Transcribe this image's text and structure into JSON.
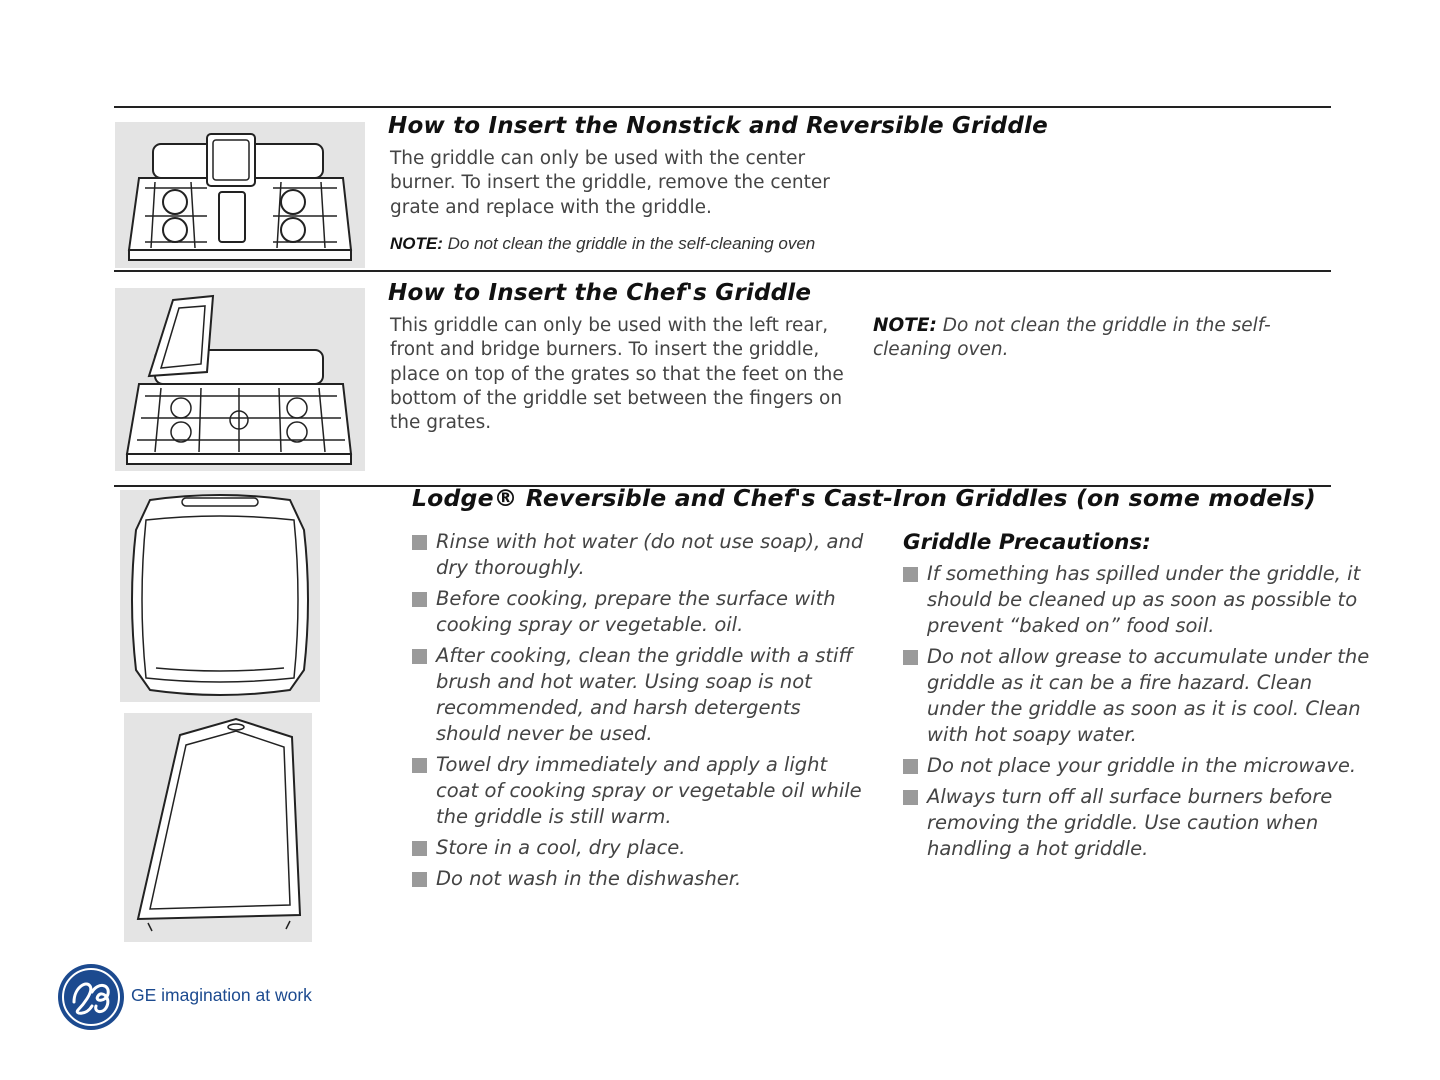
{
  "section1": {
    "title": "How to Insert the Nonstick and Reversible Griddle",
    "body": "The griddle can only be used with the center burner. To insert the griddle, remove the center grate and replace with the griddle.",
    "note_label": "NOTE:",
    "note_text": "Do not clean the griddle in the self-cleaning oven"
  },
  "section2": {
    "title": "How to Insert the Chef's Griddle",
    "body": "This griddle can only be used with the left rear, front and bridge burners. To insert the griddle, place on top of the grates so that the feet on the bottom of the griddle set between the fingers on the grates.",
    "note_label": "NOTE:",
    "note_text": "Do not clean the griddle in the self-cleaning oven."
  },
  "section3": {
    "title": "Lodge® Reversible and Chef's Cast-Iron Griddles (on some models)",
    "care_items": [
      "Rinse with hot water (do not use soap), and dry thoroughly.",
      "Before cooking, prepare the surface with cooking spray or vegetable. oil.",
      "After cooking, clean the griddle with a stiff brush and hot water. Using soap is not recommended, and harsh detergents should never be used.",
      "Towel dry immediately and apply a light coat of cooking spray or vegetable oil while the griddle is still warm.",
      "Store in a cool, dry place.",
      "Do not wash in the dishwasher."
    ],
    "precautions_title": "Griddle Precautions:",
    "precautions": [
      "If something has spilled under the griddle, it should be cleaned up as soon as possible to prevent “baked on” food soil.",
      "Do not allow grease to accumulate under the griddle as it can be a fire hazard. Clean under the griddle as soon as it is cool. Clean with hot soapy water.",
      "Do not place your griddle in the microwave.",
      "Always turn off all surface burners before removing the griddle. Use caution when handling a hot griddle."
    ]
  },
  "footer": {
    "tagline": "GE imagination at work",
    "logo_icon": "ge-logo-icon",
    "brand_color": "#1c4a8f"
  }
}
